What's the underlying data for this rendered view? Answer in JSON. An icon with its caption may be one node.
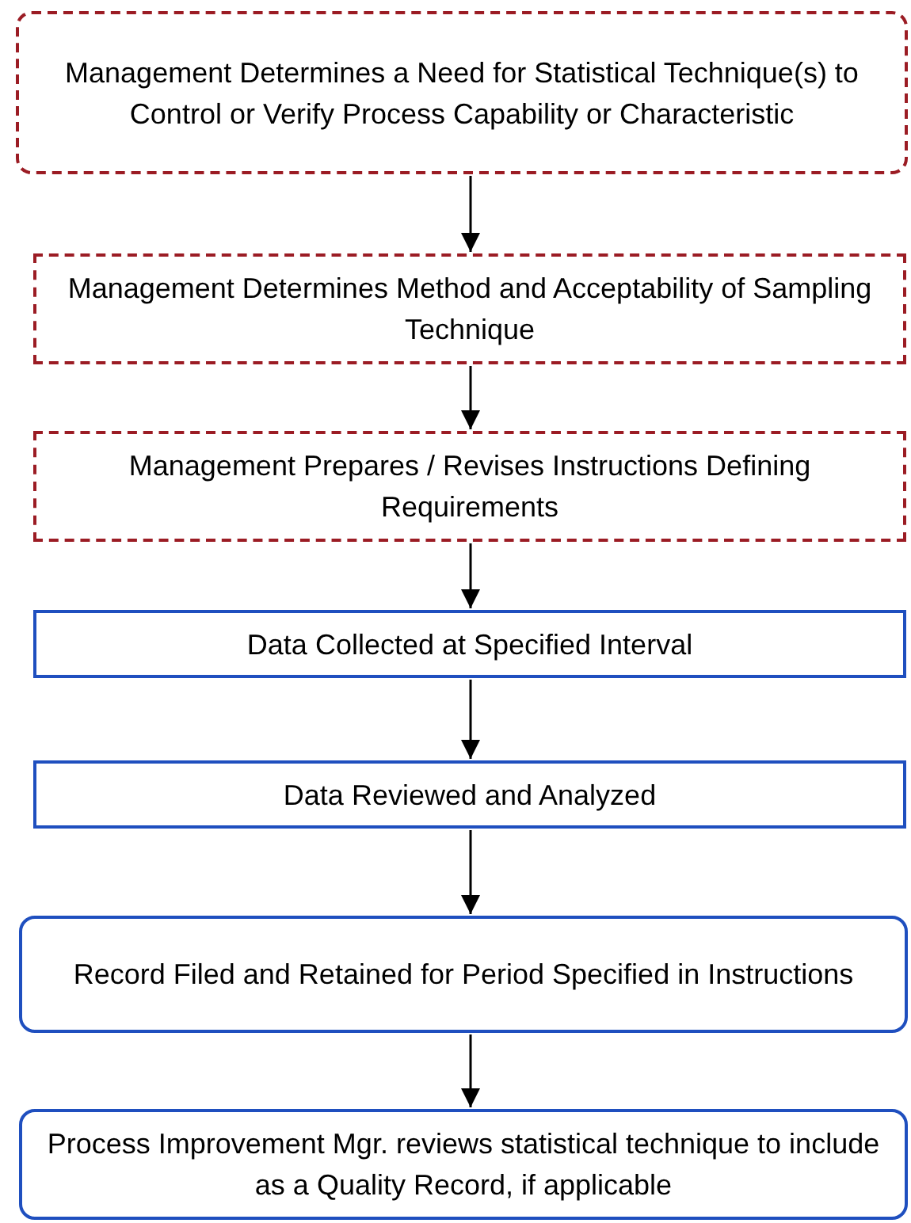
{
  "diagram": {
    "nodes": [
      {
        "text": [
          "Management Determines a Need for Statistical Technique(s) to Control or Verify Process Capability or Characteristic"
        ]
      },
      {
        "text": [
          "Management Determines Method and Acceptability of Sampling Technique"
        ]
      },
      {
        "text": [
          "Management Prepares / Revises Instructions Defining Requirements"
        ]
      },
      {
        "text": [
          "Data Collected at Specified Interval"
        ]
      },
      {
        "text": [
          "Data Reviewed and Analyzed"
        ]
      },
      {
        "text": [
          "Record Filed and Retained for Period Specified in Instructions"
        ]
      },
      {
        "text": [
          "Process Improvement Mgr. reviews statistical technique to include as a Quality Record, if applicable"
        ]
      }
    ],
    "edges": [
      {
        "from": 0,
        "to": 1,
        "arrow": "to"
      },
      {
        "from": 1,
        "to": 2,
        "arrow": "to"
      },
      {
        "from": 2,
        "to": 3,
        "arrow": "to"
      },
      {
        "from": 3,
        "to": 4,
        "arrow": "to"
      },
      {
        "from": 4,
        "to": 5,
        "arrow": "to"
      },
      {
        "from": 5,
        "to": 6,
        "arrow": "to"
      }
    ]
  }
}
